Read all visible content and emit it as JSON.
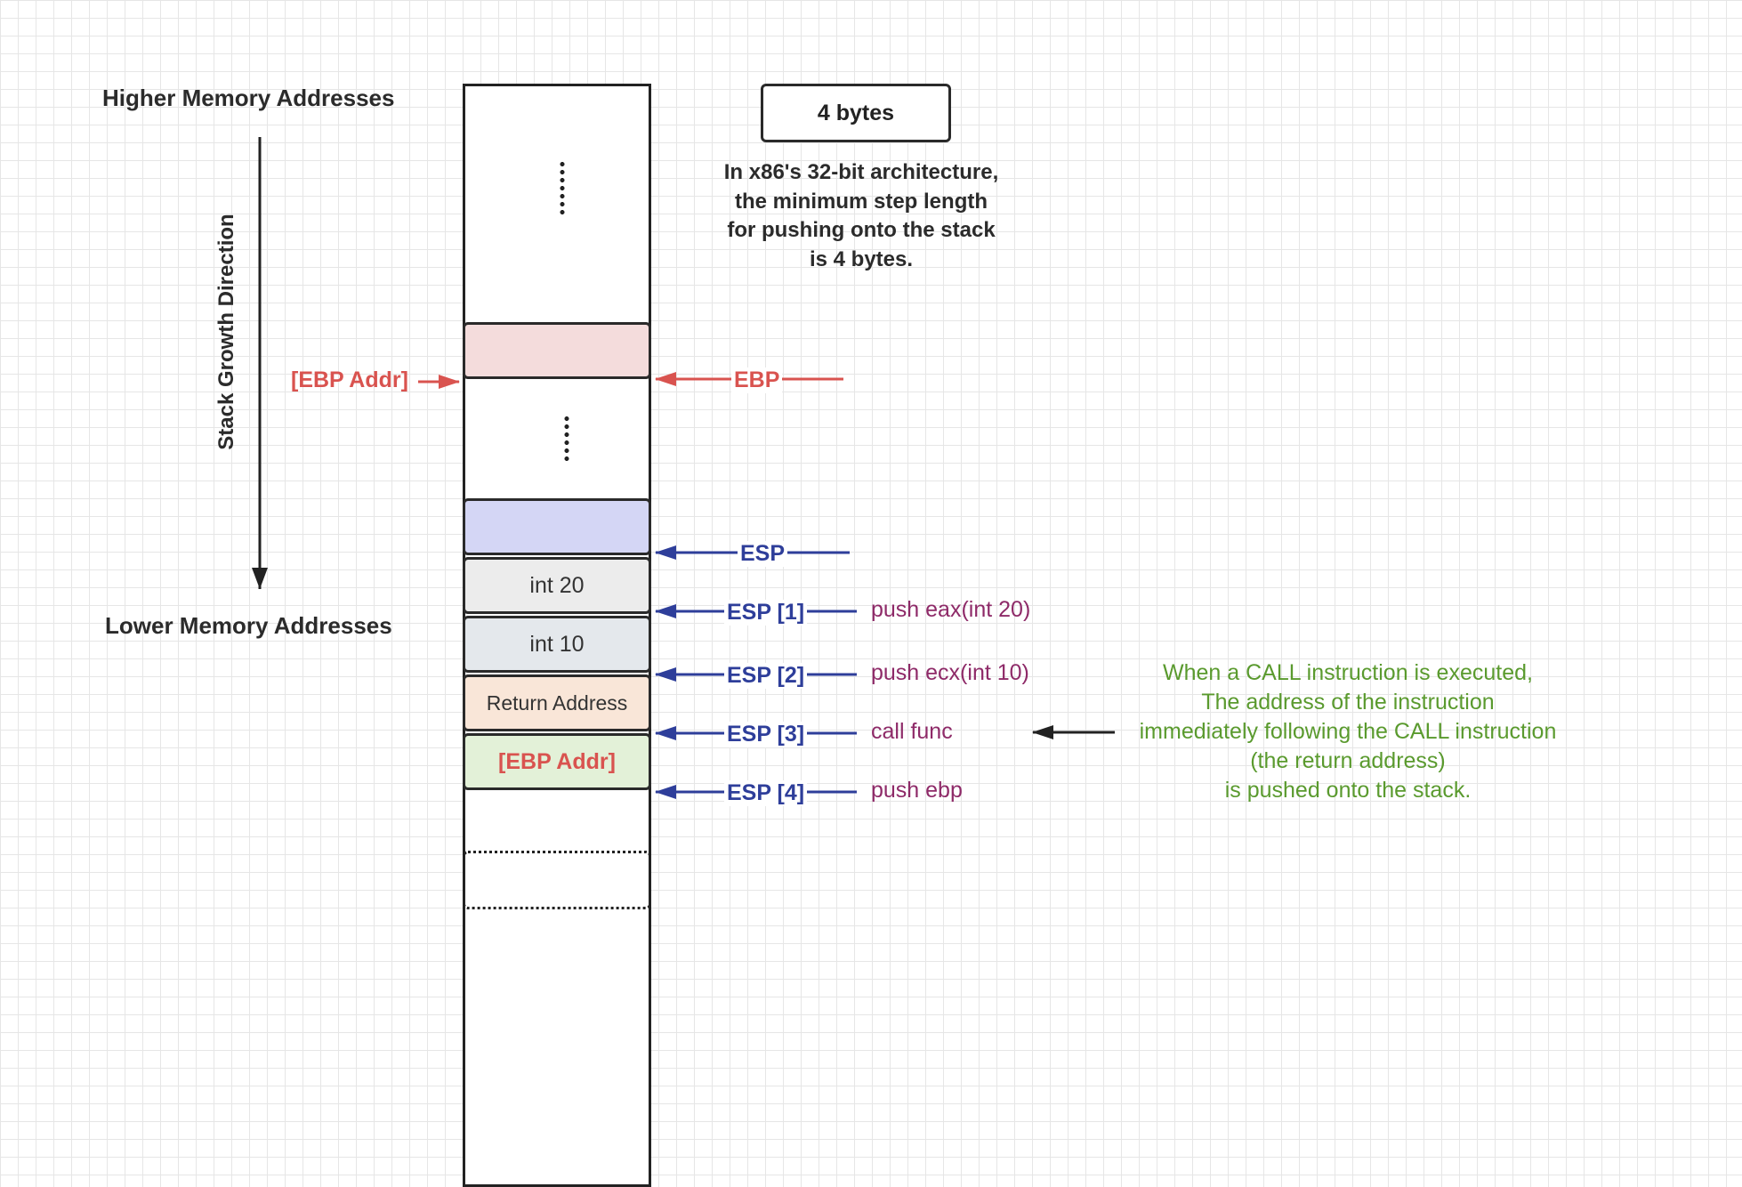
{
  "colors": {
    "ebp": "#d9534f",
    "esp": "#2e3e9a",
    "instruction": "#8e2a68",
    "annotation": "#5a9a2e",
    "ebp_cell_fill": "#f4dcdc",
    "esp_cell_fill": "#d4d6f5",
    "int20_fill": "#ececec",
    "int10_fill": "#e4e8ec",
    "return_fill": "#f9e6d8",
    "ebp_addr_fill": "#e3f1d8"
  },
  "labels": {
    "higher_memory": "Higher Memory Addresses",
    "lower_memory": "Lower Memory Addresses",
    "stack_growth": "Stack Growth Direction"
  },
  "left_marker": "[EBP Addr]",
  "stack": {
    "cells": [
      "int 20",
      "int 10",
      "Return Address",
      "[EBP Addr]"
    ]
  },
  "info": {
    "bytes_box": "4 bytes",
    "note_lines": [
      "In x86's 32-bit architecture,",
      "the minimum step length",
      "for pushing onto the stack",
      "is 4 bytes."
    ]
  },
  "pointers": [
    {
      "label": "EBP",
      "instruction": ""
    },
    {
      "label": "ESP",
      "instruction": ""
    },
    {
      "label": "ESP [1]",
      "instruction": "push eax(int 20)"
    },
    {
      "label": "ESP [2]",
      "instruction": "push ecx(int 10)"
    },
    {
      "label": "ESP [3]",
      "instruction": "call func"
    },
    {
      "label": "ESP [4]",
      "instruction": "push ebp"
    }
  ],
  "call_note_lines": [
    "When a CALL instruction is executed,",
    "The address of the instruction",
    "immediately following the CALL instruction",
    "(the return address)",
    "is pushed onto the stack."
  ]
}
